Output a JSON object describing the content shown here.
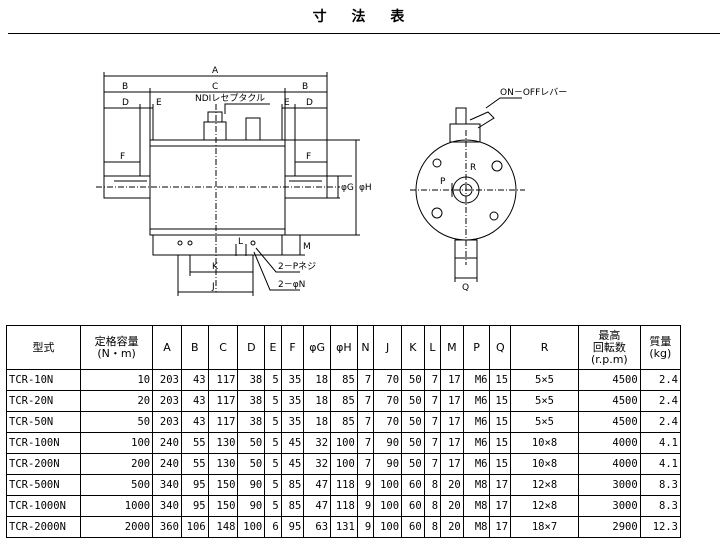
{
  "title": "寸 法 表",
  "drawing": {
    "dim_labels": [
      "A",
      "B",
      "C",
      "B",
      "D",
      "E",
      "E",
      "D",
      "F",
      "F",
      "φG",
      "φH",
      "M",
      "J",
      "K",
      "L",
      "P",
      "Q",
      "R"
    ],
    "callouts": {
      "ndi": "NDIレセプタクル",
      "lever": "ON－OFFレバー",
      "p_screw": "2－Pネジ",
      "n_hole": "2－φN"
    }
  },
  "table": {
    "headers": [
      "型式",
      "定格容量\n(N・m)",
      "A",
      "B",
      "C",
      "D",
      "E",
      "F",
      "φG",
      "φH",
      "N",
      "J",
      "K",
      "L",
      "M",
      "P",
      "Q",
      "R",
      "最高\n回転数\n(r.p.m)",
      "質量\n(kg)"
    ],
    "rows": [
      [
        "TCR-10N",
        "10",
        "203",
        "43",
        "117",
        "38",
        "5",
        "35",
        "18",
        "85",
        "7",
        "70",
        "50",
        "7",
        "17",
        "M6",
        "15",
        "5×5",
        "4500",
        "2.4"
      ],
      [
        "TCR-20N",
        "20",
        "203",
        "43",
        "117",
        "38",
        "5",
        "35",
        "18",
        "85",
        "7",
        "70",
        "50",
        "7",
        "17",
        "M6",
        "15",
        "5×5",
        "4500",
        "2.4"
      ],
      [
        "TCR-50N",
        "50",
        "203",
        "43",
        "117",
        "38",
        "5",
        "35",
        "18",
        "85",
        "7",
        "70",
        "50",
        "7",
        "17",
        "M6",
        "15",
        "5×5",
        "4500",
        "2.4"
      ],
      [
        "TCR-100N",
        "100",
        "240",
        "55",
        "130",
        "50",
        "5",
        "45",
        "32",
        "100",
        "7",
        "90",
        "50",
        "7",
        "17",
        "M6",
        "15",
        "10×8",
        "4000",
        "4.1"
      ],
      [
        "TCR-200N",
        "200",
        "240",
        "55",
        "130",
        "50",
        "5",
        "45",
        "32",
        "100",
        "7",
        "90",
        "50",
        "7",
        "17",
        "M6",
        "15",
        "10×8",
        "4000",
        "4.1"
      ],
      [
        "TCR-500N",
        "500",
        "340",
        "95",
        "150",
        "90",
        "5",
        "85",
        "47",
        "118",
        "9",
        "100",
        "60",
        "8",
        "20",
        "M8",
        "17",
        "12×8",
        "3000",
        "8.3"
      ],
      [
        "TCR-1000N",
        "1000",
        "340",
        "95",
        "150",
        "90",
        "5",
        "85",
        "47",
        "118",
        "9",
        "100",
        "60",
        "8",
        "20",
        "M8",
        "17",
        "12×8",
        "3000",
        "8.3"
      ],
      [
        "TCR-2000N",
        "2000",
        "360",
        "106",
        "148",
        "100",
        "6",
        "95",
        "63",
        "131",
        "9",
        "100",
        "60",
        "8",
        "20",
        "M8",
        "17",
        "18×7",
        "2900",
        "12.3"
      ]
    ]
  }
}
